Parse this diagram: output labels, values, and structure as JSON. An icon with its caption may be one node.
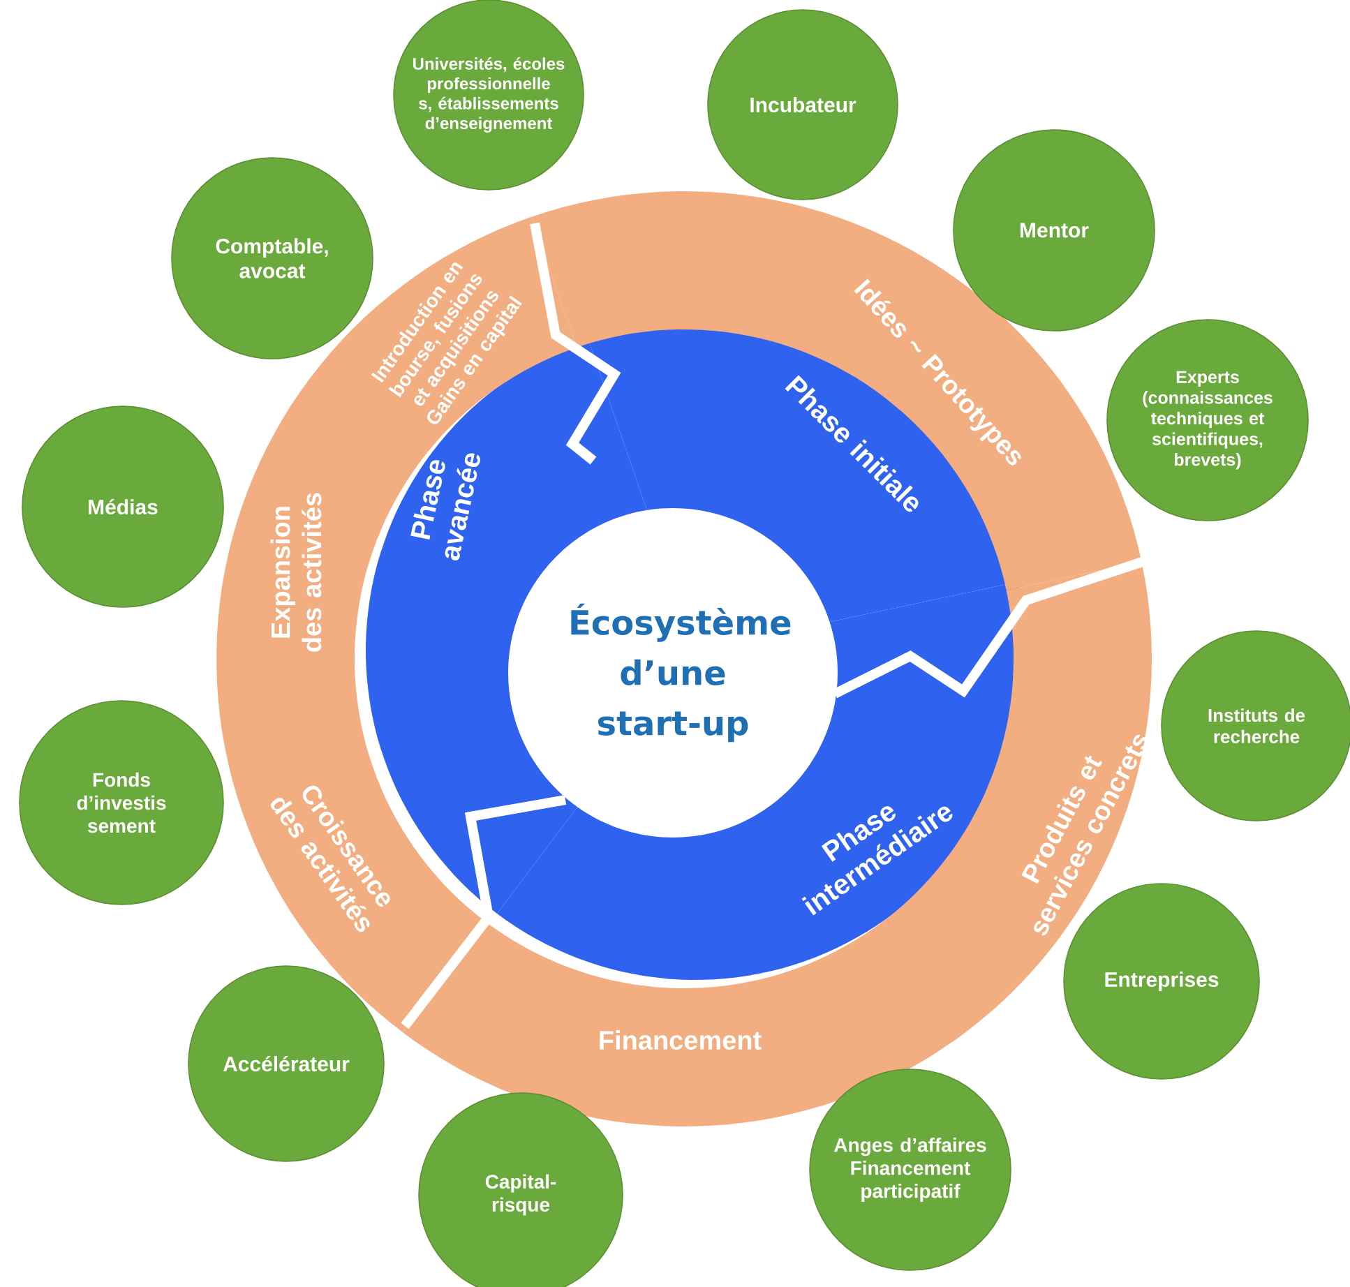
{
  "diagram": {
    "nodes": [
      {
        "text": [
          "Écosystème d’une start-up"
        ]
      },
      {
        "text": [
          "Phase initiale"
        ]
      },
      {
        "text": [
          "Phase intermédiaire"
        ]
      },
      {
        "text": [
          "Phase avancée"
        ]
      },
      {
        "text": [
          "Idées ~ Prototypes"
        ]
      },
      {
        "text": [
          "Produits et services concrets",
          "Financement"
        ]
      },
      {
        "text": [
          "Introduction en bourse, fusions et acquisitions Gains en capital",
          "Expansion des activités",
          "Croissance des activités"
        ]
      },
      {
        "text": [
          "Universités, écoles professionnelle s, établissements d’enseignement"
        ]
      },
      {
        "text": [
          "Incubateur"
        ]
      },
      {
        "text": [
          "Comptable, avocat"
        ]
      },
      {
        "text": [
          "Mentor"
        ]
      },
      {
        "text": [
          "Experts (connaissances techniques et scientifiques, brevets)"
        ]
      },
      {
        "text": [
          "Médias"
        ]
      },
      {
        "text": [
          "Instituts de recherche"
        ]
      },
      {
        "text": [
          "Fonds d’investis sement"
        ]
      },
      {
        "text": [
          "Entreprises"
        ]
      },
      {
        "text": [
          "Accélérateur"
        ]
      },
      {
        "text": [
          "Anges d’affaires Financement participatif"
        ]
      },
      {
        "text": [
          "Capital-risque"
        ]
      }
    ]
  }
}
